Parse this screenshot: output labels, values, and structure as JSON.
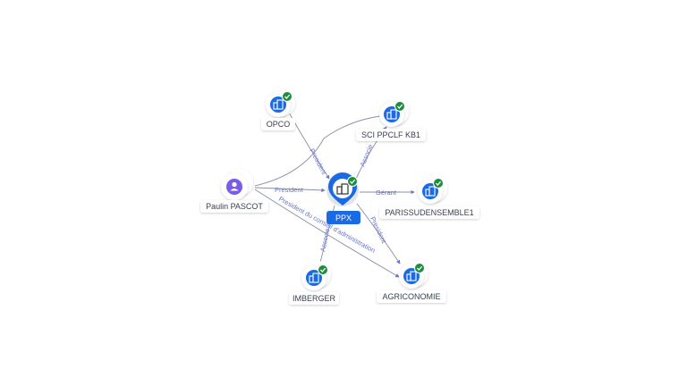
{
  "center": {
    "label": "PPX",
    "accent": "#1a6ae6",
    "icon": "building-icon"
  },
  "nodes": [
    {
      "id": "opco",
      "label": "OPCO",
      "type": "company",
      "verified": true
    },
    {
      "id": "sci",
      "label": "SCI PPCLF KB1",
      "type": "company",
      "verified": true
    },
    {
      "id": "paris",
      "label": "PARISSUDENSEMBLE1",
      "type": "company",
      "verified": true
    },
    {
      "id": "agri",
      "label": "AGRICONOMIE",
      "type": "company",
      "verified": true
    },
    {
      "id": "imberger",
      "label": "IMBERGER",
      "type": "company",
      "verified": true
    },
    {
      "id": "paulin",
      "label": "Paulin PASCOT",
      "type": "person",
      "verified": false
    }
  ],
  "edges": [
    {
      "id": "e-opco",
      "label": "President"
    },
    {
      "id": "e-sci",
      "label": "Associe"
    },
    {
      "id": "e-paris",
      "label": "Gérant"
    },
    {
      "id": "e-agri",
      "label": "President"
    },
    {
      "id": "e-imberger",
      "label": "Associe"
    },
    {
      "id": "e-paulin-ppx",
      "label": "President"
    },
    {
      "id": "e-paulin-sci",
      "label": ""
    },
    {
      "id": "e-paulin-agri",
      "label": "President du conseil d'administration"
    }
  ],
  "colors": {
    "company": "#1a6ae6",
    "person": "#7b5ce6",
    "verified": "#1e8e3e",
    "edge": "#8a8fa3",
    "edge_label": "#6b74c9"
  }
}
